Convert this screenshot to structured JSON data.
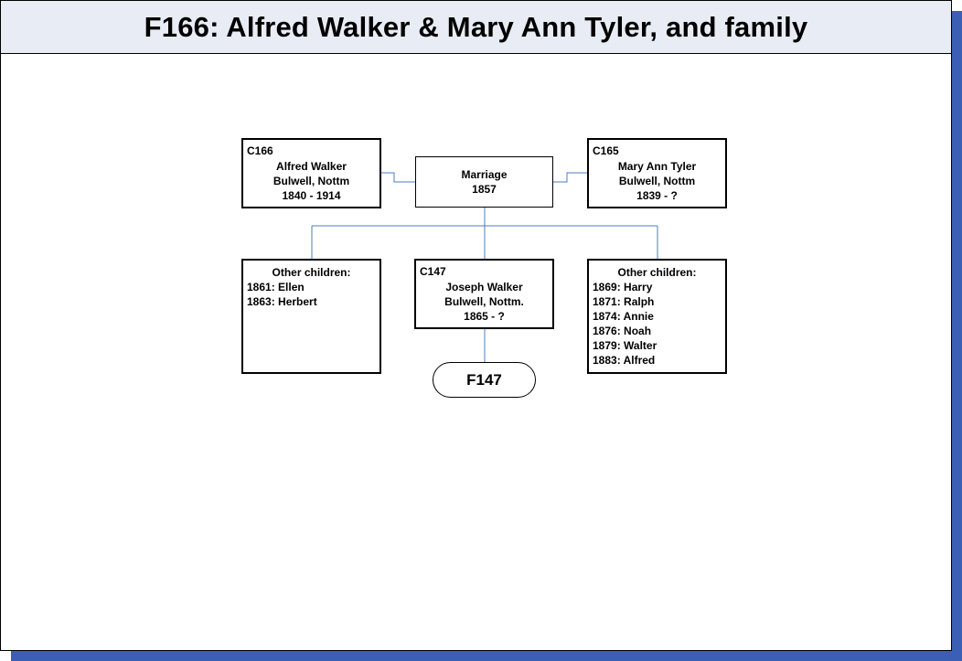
{
  "title": "F166: Alfred Walker & Mary Ann Tyler, and family",
  "husband": {
    "code": "C166",
    "name": "Alfred Walker",
    "place": "Bulwell, Nottm",
    "dates": "1840 - 1914"
  },
  "wife": {
    "code": "C165",
    "name": "Mary Ann Tyler",
    "place": "Bulwell, Nottm",
    "dates": "1839 - ?"
  },
  "marriage": {
    "label": "Marriage",
    "year": "1857"
  },
  "child": {
    "code": "C147",
    "name": "Joseph Walker",
    "place": "Bulwell, Nottm.",
    "dates": "1865 - ?"
  },
  "child_family_link": "F147",
  "other_children_left": {
    "heading": "Other children:",
    "items": [
      "1861: Ellen",
      "1863: Herbert"
    ]
  },
  "other_children_right": {
    "heading": "Other children:",
    "items": [
      "1869: Harry",
      "1871: Ralph",
      "1874: Annie",
      "1876: Noah",
      "1879: Walter",
      "1883: Alfred"
    ]
  },
  "colors": {
    "connector": "#4a7cc0",
    "shadow": "#3a5fb5",
    "title_bg": "#e8ecf5"
  }
}
